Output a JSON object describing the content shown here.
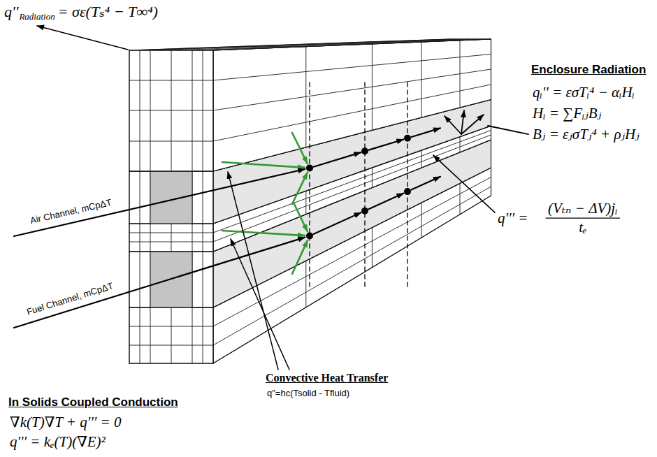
{
  "diagram": {
    "labels": [
      "q''",
      "Radiation",
      "= σε(Tₛ⁴ − T∞⁴)",
      "Enclosure Radiation",
      "qᵢ'' = εσTᵢ⁴ − αᵢHᵢ",
      "Hᵢ = ∑FᵢⱼBⱼ",
      "Bⱼ = εⱼσTⱼ⁴ + ρⱼHⱼ",
      "Air Channel, mCpΔT",
      "Fuel Channel, mCpΔT",
      "q''' =",
      "(Vₜₙ − ΔV)jᵢ",
      "tₑ",
      "In Solids Coupled Conduction",
      "∇k(T)∇T + q''' = 0",
      "q''' = kₑ(T)(∇E)²",
      "Convective Heat Transfer",
      "q\"=hc(Tsolid - Tfluid)"
    ]
  }
}
